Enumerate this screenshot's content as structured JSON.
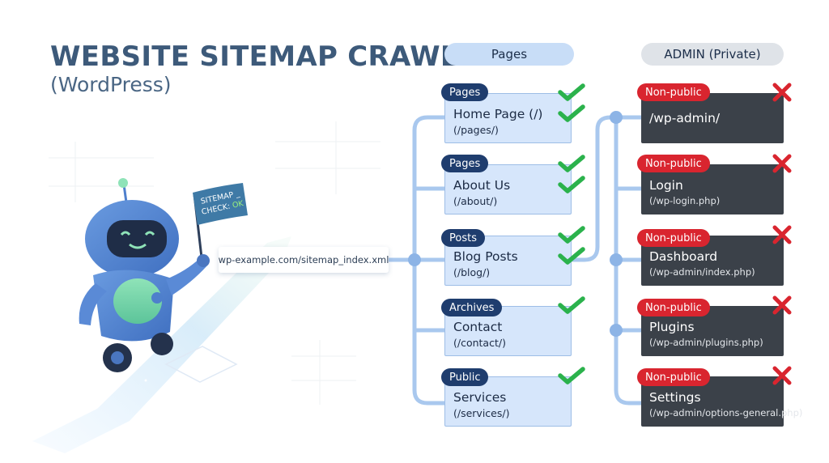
{
  "header": {
    "title": "WEBSITE SITEMAP CRAWL",
    "subtitle": "(WordPress)"
  },
  "robot": {
    "flag_line1": "SITEMAP _",
    "flag_line2_prefix": "CHECK: ",
    "flag_line2_status": "OK"
  },
  "sitemap_url": "wp-example.com/sitemap_index.xml",
  "columns": {
    "pages_header": "Pages",
    "admin_header": "ADMIN (Private)"
  },
  "pages": [
    {
      "tag": "Pages",
      "title": "Home Page (/)",
      "path": "(/pages/)",
      "checks": 2
    },
    {
      "tag": "Pages",
      "title": "About Us",
      "path": "(/about/)",
      "checks": 2
    },
    {
      "tag": "Posts",
      "title": "Blog Posts",
      "path": "(/blog/)",
      "checks": 2
    },
    {
      "tag": "Archives",
      "title": "Contact",
      "path": "(/contact/)",
      "checks": 1
    },
    {
      "tag": "Public",
      "title": "Services",
      "path": "(/services/)",
      "checks": 1
    }
  ],
  "admin": [
    {
      "tag": "Non-public",
      "title": "/wp-admin/",
      "path": ""
    },
    {
      "tag": "Non-public",
      "title": "Login",
      "path": "(/wp-login.php)"
    },
    {
      "tag": "Non-public",
      "title": "Dashboard",
      "path": "(/wp-admin/index.php)"
    },
    {
      "tag": "Non-public",
      "title": "Plugins",
      "path": "(/wp-admin/plugins.php)"
    },
    {
      "tag": "Non-public",
      "title": "Settings",
      "path": "(/wp-admin/options-general.php)"
    }
  ],
  "colors": {
    "title": "#3d5a7a",
    "connector": "#a9c8ee",
    "node": "#8db4e6",
    "check": "#2bb24c",
    "cross": "#d9252f",
    "tag_blue": "#1f3d6e",
    "tag_red": "#d9252f",
    "admin_card": "#3b4149"
  },
  "icons": {
    "check": "check-icon",
    "cross": "cross-icon",
    "robot": "robot-icon",
    "flag": "flag-icon"
  }
}
